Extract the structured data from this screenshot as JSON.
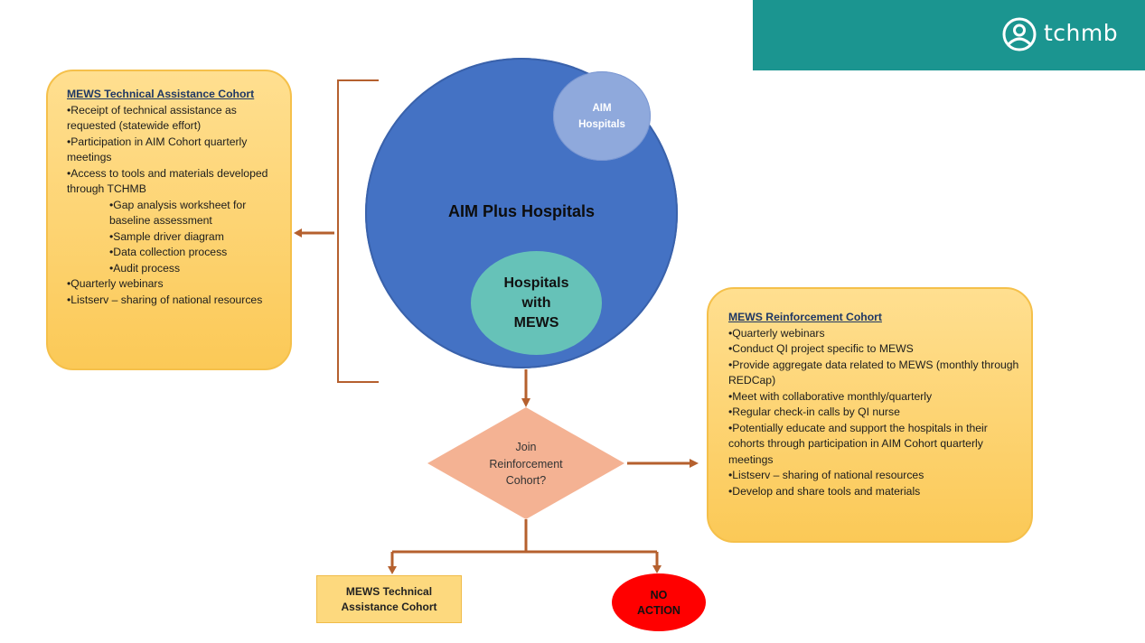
{
  "brand": {
    "name": "tchmb",
    "color": "#1b9590",
    "logo_icon": "person-in-circle-icon"
  },
  "left_panel": {
    "title": "MEWS Technical Assistance Cohort",
    "items": [
      "•Receipt of technical assistance as requested (statewide effort)",
      "•Participation in AIM Cohort quarterly meetings",
      "•Access to tools and materials developed through TCHMB"
    ],
    "sub_items": [
      "•Gap analysis worksheet for baseline assessment",
      "•Sample driver diagram",
      "•Data collection process",
      "•Audit process"
    ],
    "items_after": [
      "•Quarterly webinars",
      "•Listserv – sharing of national resources"
    ]
  },
  "circles": {
    "outer": "AIM Plus Hospitals",
    "aim": [
      "AIM",
      "Hospitals"
    ],
    "mews": [
      "Hospitals",
      "with",
      "MEWS"
    ]
  },
  "decision": {
    "lines": [
      "Join",
      "Reinforcement",
      "Cohort?"
    ]
  },
  "right_panel": {
    "title": "MEWS Reinforcement Cohort",
    "items": [
      "•Quarterly webinars",
      "•Conduct QI project specific to MEWS",
      "•Provide aggregate data related to MEWS (monthly through REDCap)",
      "•Meet with collaborative monthly/quarterly",
      "•Regular check-in calls by QI nurse",
      "•Potentially educate and support the hospitals in their cohorts through participation in AIM Cohort quarterly meetings",
      "•Listserv – sharing of national resources",
      "•Develop and share tools and materials"
    ]
  },
  "outcomes": {
    "technical": [
      "MEWS Technical",
      "Assistance Cohort"
    ],
    "no_action": [
      "NO",
      "ACTION"
    ]
  },
  "colors": {
    "panel_fill": "#fbd46f",
    "panel_border": "#f5c04a",
    "outer_circle": "#4472c4",
    "aim_circle": "#8fa9dc",
    "mews_circle": "#66c2b8",
    "decision_fill": "#f4b293",
    "connector": "#b5602e",
    "no_action": "#ff0000"
  }
}
